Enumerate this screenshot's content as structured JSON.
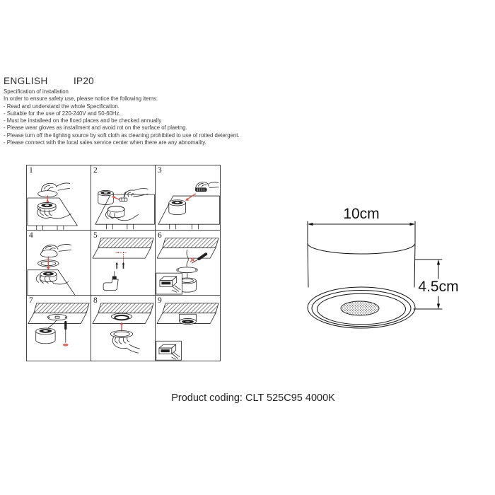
{
  "header": {
    "language": "ENGLISH",
    "ip_rating": "IP20"
  },
  "specification": {
    "title": "Specification of installation",
    "intro": "In order to ensure safety use, please notice the following items:",
    "items": [
      "- Read and understand the whole Specification.",
      "- Suitable for the use of 220-240V and 50-60Hz.",
      "- Must be installeed on the fixed places and be checked annually",
      "- Please wear gloves as installment and avoid rot on the surface of plaetng.",
      "- Please turn off the lighitng source by soft cloth as cleaning prohibited to use of rotted detergent.",
      "- Please connect with the local sales service center when there are any abnomality."
    ]
  },
  "steps": {
    "numbers": [
      "1",
      "2",
      "3",
      "4",
      "5",
      "6",
      "7",
      "8",
      "9"
    ]
  },
  "diagram": {
    "width_label": "10cm",
    "height_label": "4.5cm"
  },
  "footer": {
    "product_coding": "Product coding: CLT 525C95 4000K"
  },
  "colors": {
    "accent_red": "#d9554a",
    "line": "#222222"
  }
}
